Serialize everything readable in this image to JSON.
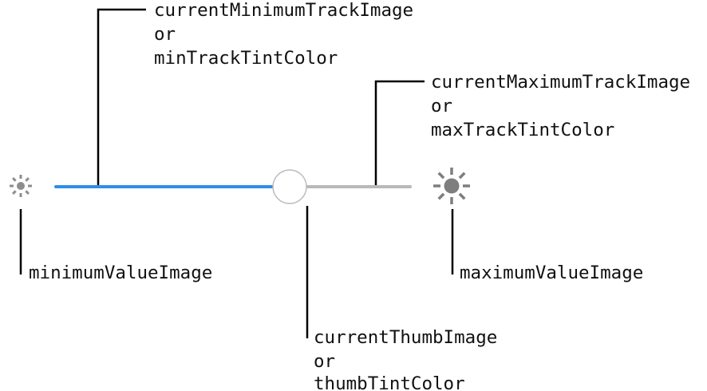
{
  "slider": {
    "value_fraction": 0.66,
    "colors": {
      "min_track": "#2f8ee6",
      "max_track": "#b9b9b9",
      "thumb_fill": "#ffffff",
      "thumb_stroke": "#bcbcbc",
      "min_icon": "#8e8e8e",
      "max_icon": "#7e7e7e",
      "leader": "#000000"
    },
    "icons": {
      "minimum_value": "sun-small-icon",
      "maximum_value": "sun-large-icon"
    }
  },
  "labels": {
    "current_min_track": {
      "line1": "currentMinimumTrackImage",
      "line2": "or",
      "line3": "minTrackTintColor"
    },
    "current_max_track": {
      "line1": "currentMaximumTrackImage",
      "line2": "or",
      "line3": "maxTrackTintColor"
    },
    "minimum_value_image": "minimumValueImage",
    "maximum_value_image": "maximumValueImage",
    "current_thumb": {
      "line1": "currentThumbImage",
      "line2": "or",
      "line3": "thumbTintColor"
    }
  }
}
